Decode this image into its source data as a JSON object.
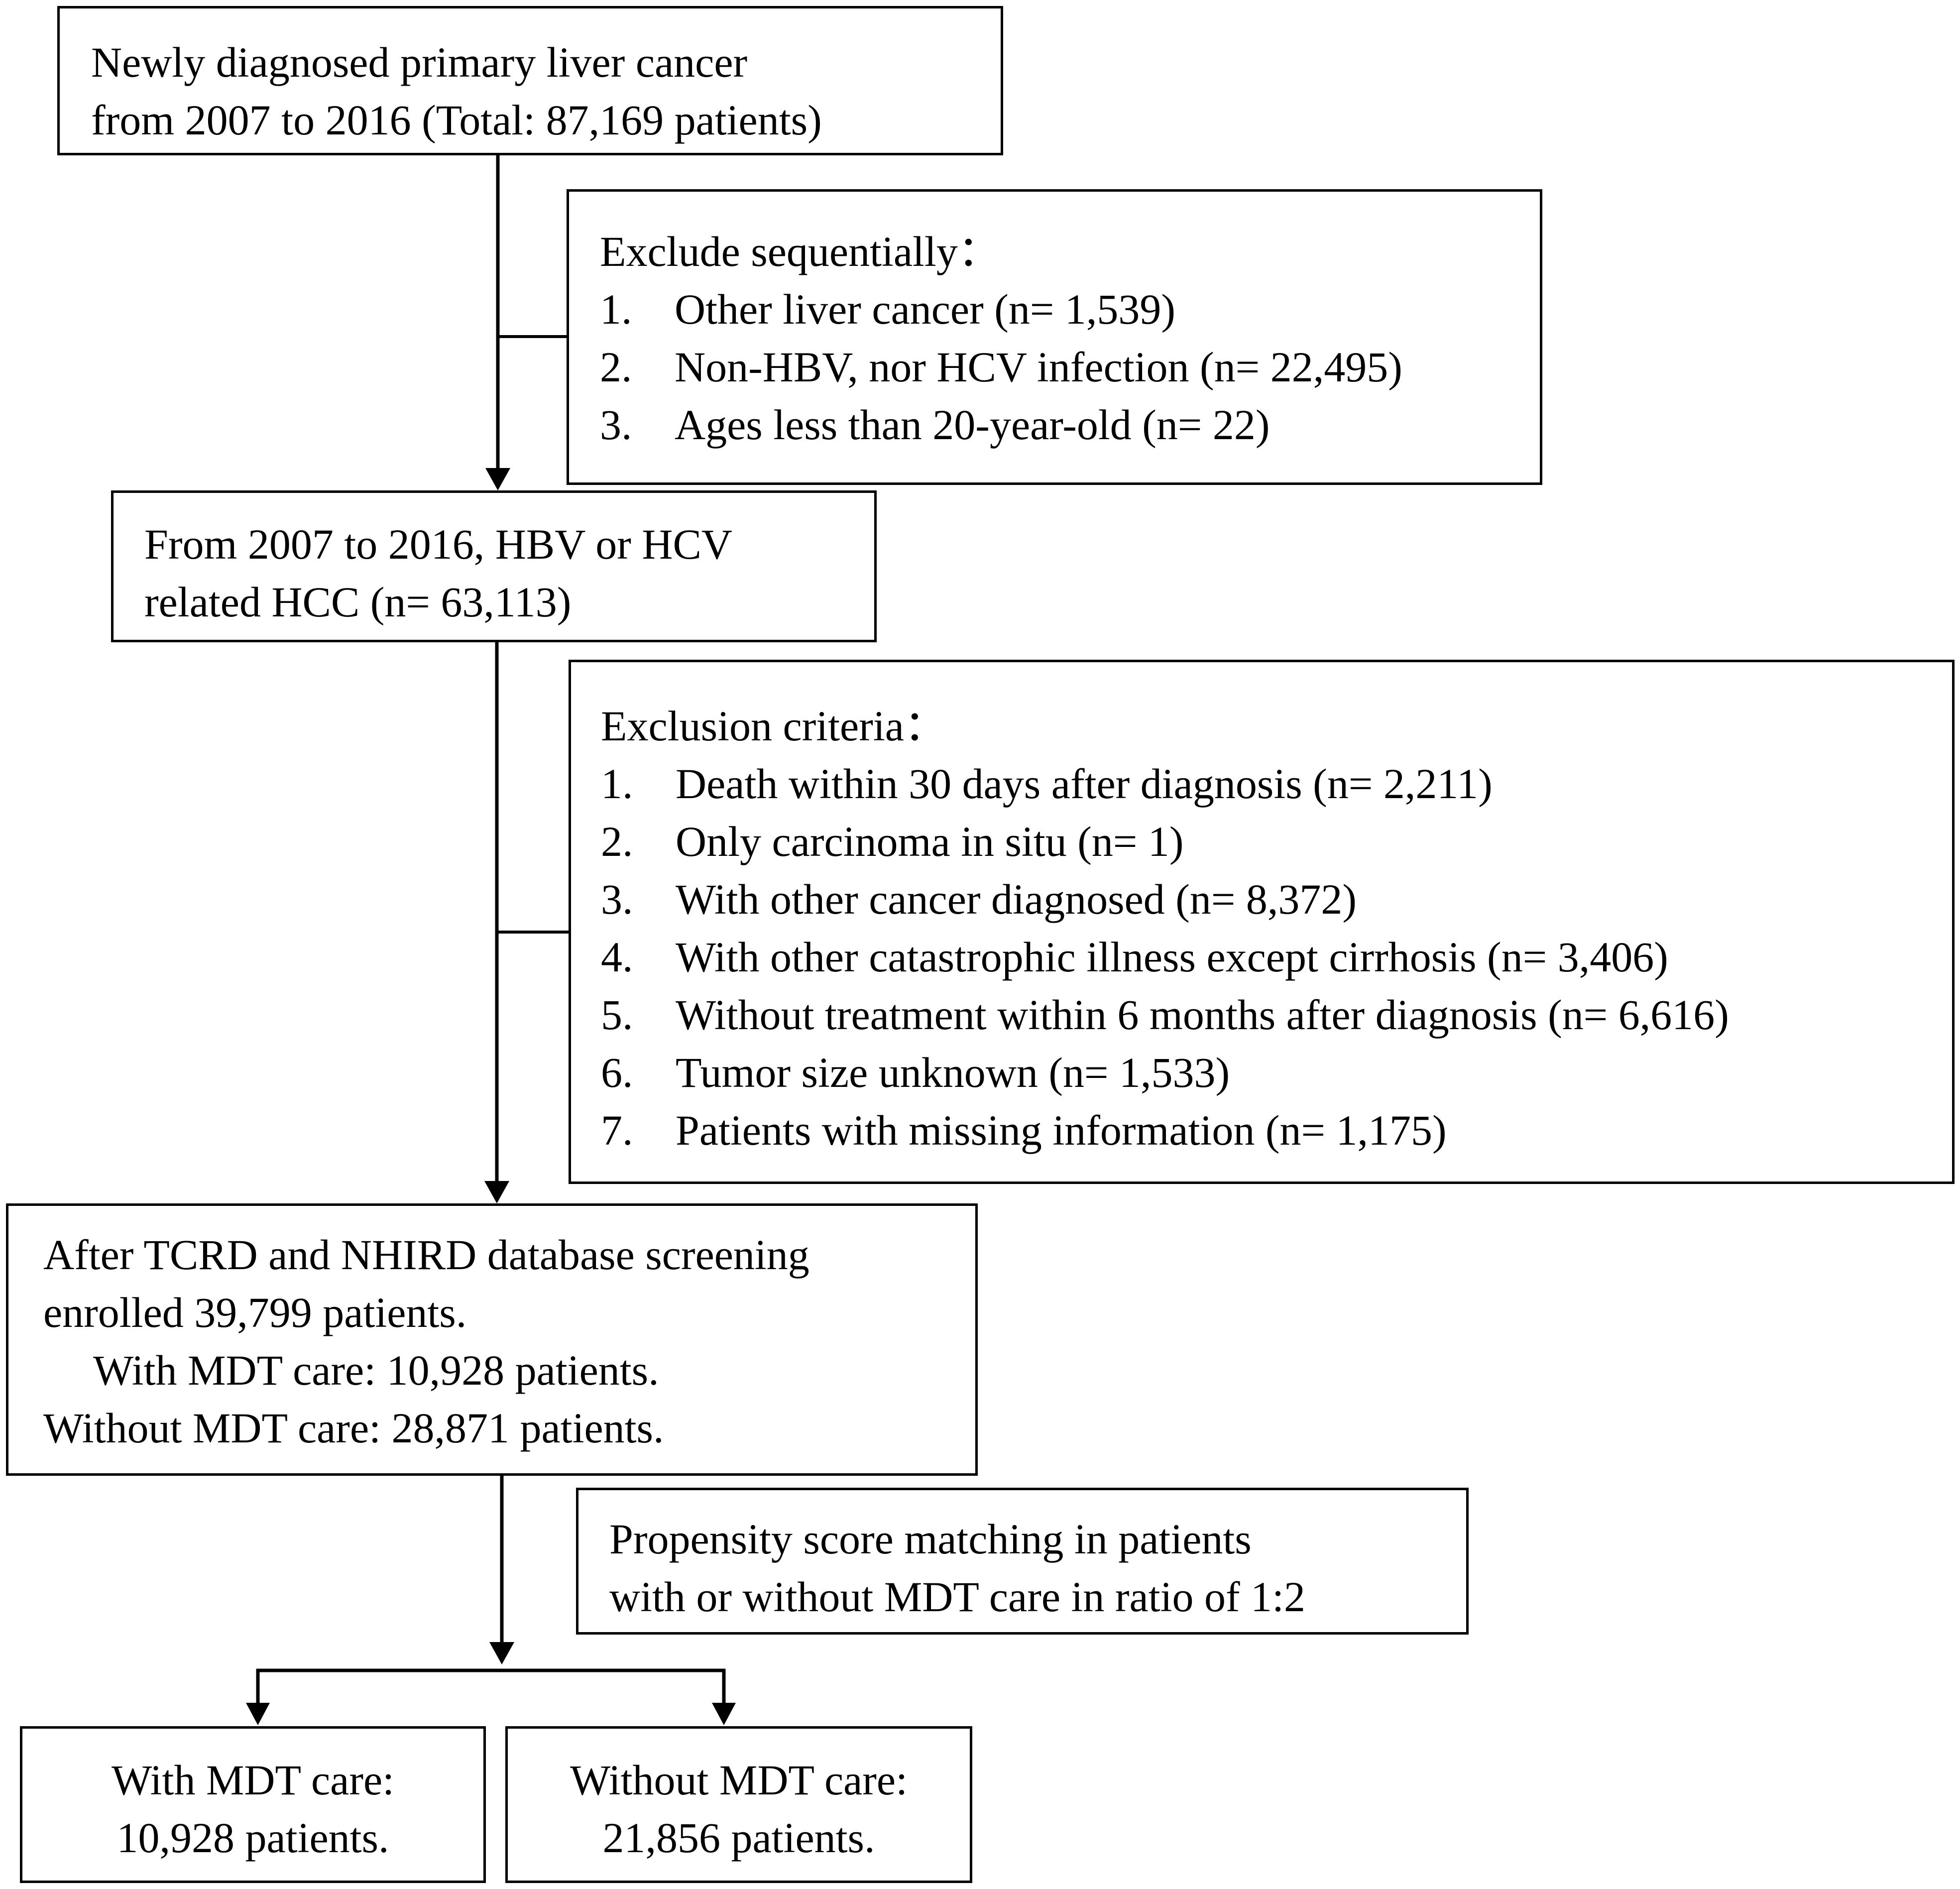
{
  "flowchart": {
    "start": {
      "lines": [
        "Newly diagnosed primary liver cancer",
        "from 2007 to 2016 (Total: 87,169 patients)"
      ]
    },
    "exclude1": {
      "heading": "Exclude sequentially：",
      "items": [
        {
          "num": "1.",
          "text": "Other liver cancer (n= 1,539)"
        },
        {
          "num": "2.",
          "text": "Non-HBV, nor HCV infection (n= 22,495)"
        },
        {
          "num": "3.",
          "text": "Ages less than 20-year-old (n= 22)"
        }
      ]
    },
    "cohort": {
      "lines": [
        "From 2007 to 2016, HBV or HCV",
        "related HCC (n= 63,113)"
      ]
    },
    "exclude2": {
      "heading": "Exclusion criteria：",
      "items": [
        {
          "num": "1.",
          "text": "Death within 30 days after diagnosis (n= 2,211)"
        },
        {
          "num": "2.",
          "text": "Only carcinoma in situ (n= 1)"
        },
        {
          "num": "3.",
          "text": "With other cancer diagnosed (n= 8,372)"
        },
        {
          "num": "4.",
          "text": "With other catastrophic illness except cirrhosis (n= 3,406)"
        },
        {
          "num": "5.",
          "text": "Without treatment within 6 months after diagnosis (n= 6,616)"
        },
        {
          "num": "6.",
          "text": "Tumor size unknown (n= 1,533)"
        },
        {
          "num": "7.",
          "text": "Patients with missing information (n= 1,175)"
        }
      ]
    },
    "enrolled": {
      "lines": [
        "After TCRD and NHIRD database screening",
        "enrolled 39,799 patients.",
        "With MDT care: 10,928 patients.",
        "Without MDT care: 28,871 patients."
      ]
    },
    "matching": {
      "lines": [
        "Propensity score matching in patients",
        "with or without MDT care in ratio of 1:2"
      ]
    },
    "with_mdt": {
      "lines": [
        "With MDT care:",
        "10,928 patients."
      ]
    },
    "without_mdt": {
      "lines": [
        "Without MDT care:",
        "21,856 patients."
      ]
    }
  },
  "colors": {
    "stroke": "#000000",
    "background": "#ffffff"
  }
}
